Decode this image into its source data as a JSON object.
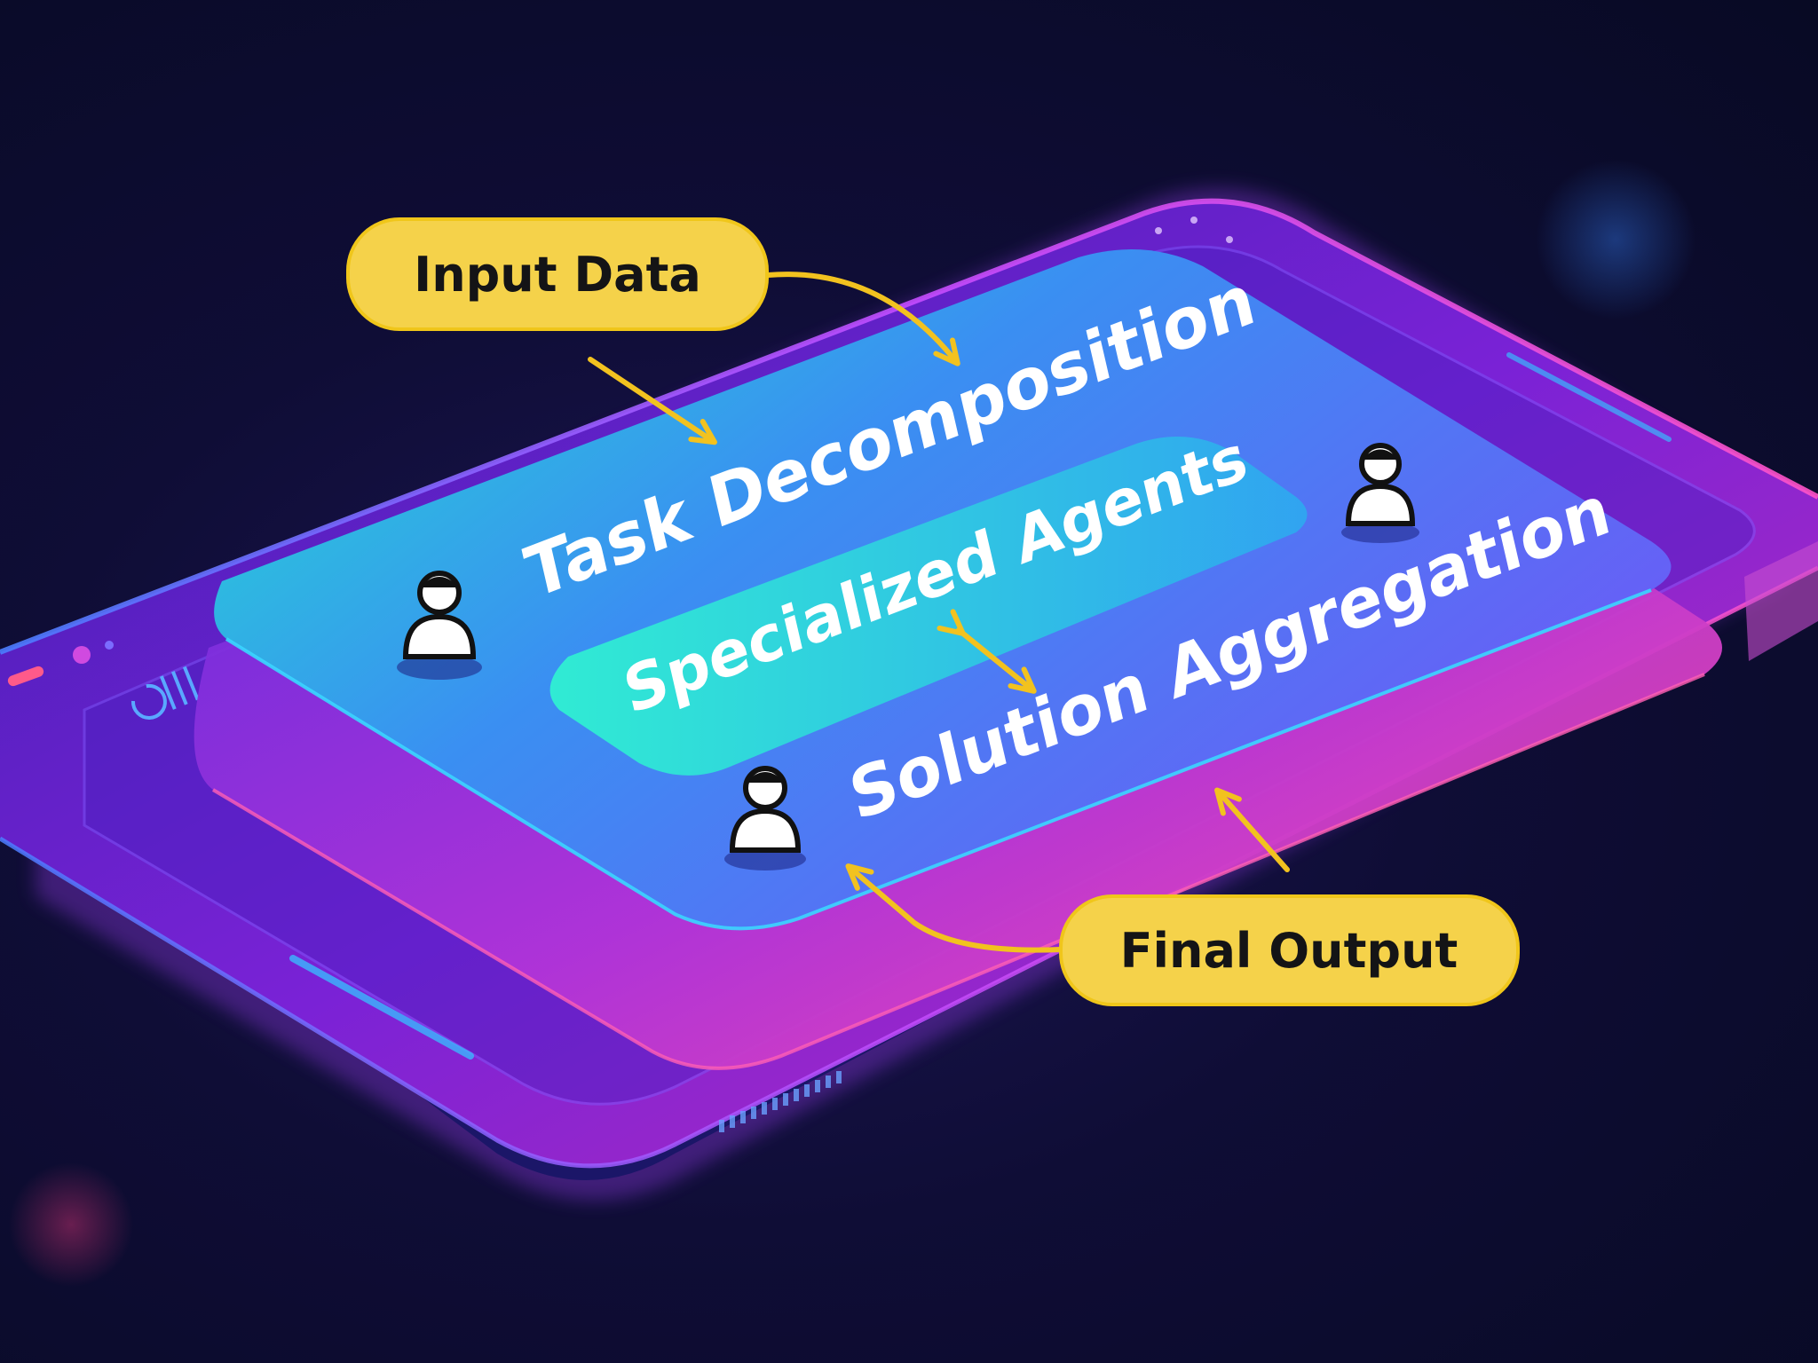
{
  "labels": {
    "input": "Input Data",
    "output": "Final Output"
  },
  "layers": {
    "task": "Task Decomposition",
    "agents": "Specialized Agents",
    "aggregation": "Solution Aggregation"
  },
  "colors": {
    "background": "#0f0d36",
    "label_fill": "#f5d24a",
    "arrow": "#f2c21f",
    "device_glow": "#b43cf0",
    "layer_cyan": "#2ee6d6",
    "layer_blue": "#3a6df0",
    "layer_pink": "#e8409a"
  },
  "icons": [
    "agent-icon",
    "agent-icon",
    "agent-icon",
    "agent-icon"
  ]
}
